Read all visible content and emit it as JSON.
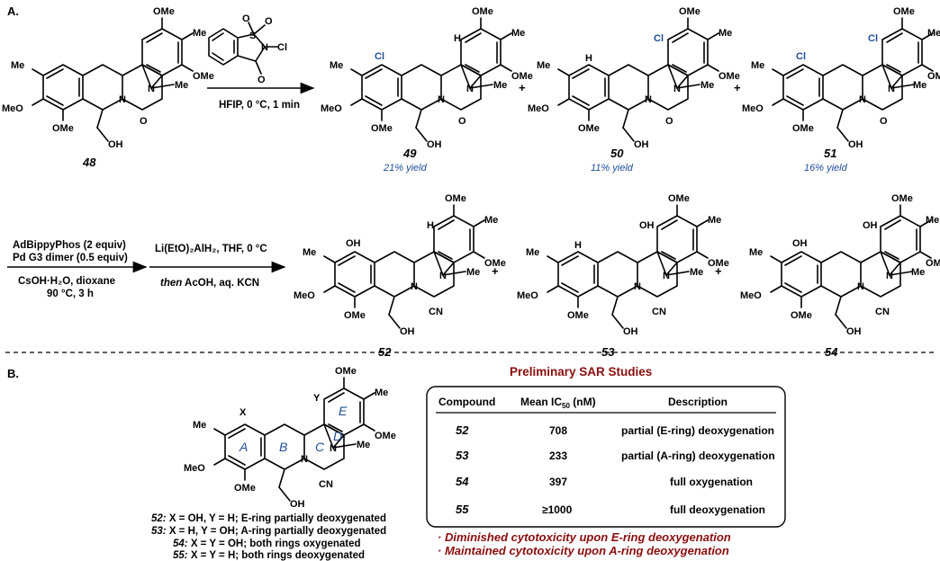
{
  "section_a": "A.",
  "section_b": "B.",
  "reagents_1": {
    "reagent_atoms": [
      "S",
      "O",
      "O",
      "N",
      "Cl",
      "O"
    ],
    "conditions": "HFIP, 0 °C, 1 min"
  },
  "compounds_row1": [
    {
      "id": "48",
      "yield": ""
    },
    {
      "id": "49",
      "yield": "21% yield"
    },
    {
      "id": "50",
      "yield": "11% yield"
    },
    {
      "id": "51",
      "yield": "16% yield"
    }
  ],
  "plus": "+",
  "step2": {
    "line1": "AdBippyPhos (2 equiv)",
    "line2": "Pd G3 dimer (0.5 equiv)",
    "line3": "CsOH·H₂O, dioxane",
    "line4": "90 °C, 3 h"
  },
  "step3": {
    "line1": "Li(EtO)₂AlH₂, THF, 0 °C",
    "line2_italic": "then",
    "line2_rest": " AcOH, aq. KCN"
  },
  "compounds_row2": [
    {
      "id": "52"
    },
    {
      "id": "53"
    },
    {
      "id": "54"
    }
  ],
  "atoms": {
    "ome": "OMe",
    "meo": "MeO",
    "me": "Me",
    "oh": "OH",
    "n": "N",
    "o": "O",
    "h": "H",
    "cl": "Cl",
    "cn": "CN",
    "x": "X",
    "y": "Y"
  },
  "ring_labels": [
    "A",
    "B",
    "C",
    "D",
    "E"
  ],
  "legend": [
    {
      "id": "52:",
      "text": " X = OH, Y = H; E-ring partially deoxygenated"
    },
    {
      "id": "53:",
      "text": " X = H, Y = OH; A-ring partially deoxygenated"
    },
    {
      "id": "54:",
      "text": " X = Y = OH; both rings oxygenated"
    },
    {
      "id": "55:",
      "text": " X = Y = H; both rings deoxygenated"
    }
  ],
  "sar": {
    "title": "Preliminary SAR Studies",
    "headers": {
      "compound": "Compound",
      "ic50": "Mean IC",
      "ic50_sub": "50",
      "ic50_unit": " (nM)",
      "description": "Description"
    },
    "rows": [
      {
        "compound": "52",
        "ic50": "708",
        "description": "partial (E-ring) deoxygenation"
      },
      {
        "compound": "53",
        "ic50": "233",
        "description": "partial (A-ring) deoxygenation"
      },
      {
        "compound": "54",
        "ic50": "397",
        "description": "full oxygenation"
      },
      {
        "compound": "55",
        "ic50": "≥1000",
        "description": "full deoxygenation"
      }
    ],
    "notes": [
      "· Diminished cytotoxicity upon E-ring deoxygenation",
      "· Maintained cytotoxicity upon A-ring deoxygenation"
    ]
  }
}
